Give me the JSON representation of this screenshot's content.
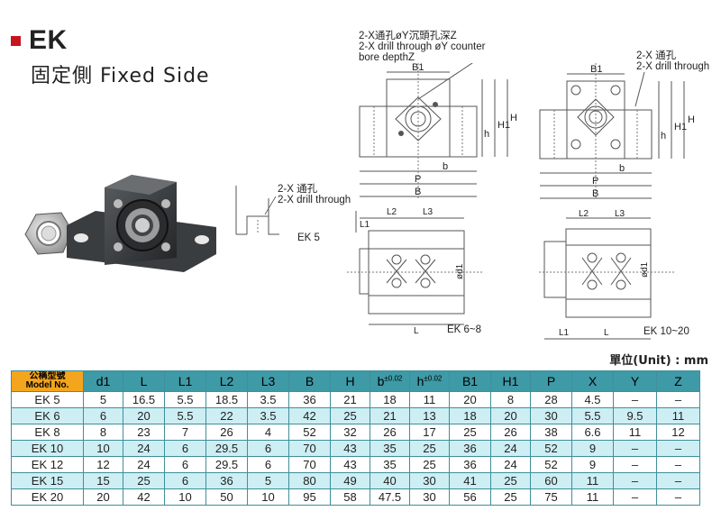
{
  "header": {
    "title": "EK",
    "subtitle": "固定側 Fixed Side"
  },
  "annotations": {
    "drill_counter_cn": "2-X通孔øY沉頭孔深Z",
    "drill_counter_en": "2-X drill through øY counter",
    "drill_counter_en2": "bore depthZ",
    "drill_cn": "2-X 通孔",
    "drill_en": "2-X drill through",
    "ek5_drill_cn": "2-X 通孔",
    "ek5_drill_en": "2-X drill through",
    "ek5_label": "EK 5",
    "ek6_8_label": "EK 6~8",
    "ek10_20_label": "EK 10~20"
  },
  "dims": {
    "b1": "B1",
    "h": "H",
    "h1": "H1",
    "h_small": "h",
    "b_small": "b",
    "p": "P",
    "b_big": "B",
    "l1": "L1",
    "l2": "L2",
    "l3": "L3",
    "d1": "ød1",
    "l": "L"
  },
  "unit_label": "單位(Unit) : mm",
  "table": {
    "model_header_cn": "公稱型號",
    "model_header_en": "Model No.",
    "headers": [
      "d1",
      "L",
      "L1",
      "L2",
      "L3",
      "B",
      "H"
    ],
    "b_header": "b",
    "b_tol": "±0.02",
    "h_header": "h",
    "h_tol": "±0.02",
    "headers_tail": [
      "B1",
      "H1",
      "P",
      "X",
      "Y",
      "Z"
    ],
    "rows": [
      {
        "model": "EK  5",
        "cells": [
          "5",
          "16.5",
          "5.5",
          "18.5",
          "3.5",
          "36",
          "21",
          "18",
          "11",
          "20",
          "8",
          "28",
          "4.5",
          "–",
          "–"
        ]
      },
      {
        "model": "EK  6",
        "cells": [
          "6",
          "20",
          "5.5",
          "22",
          "3.5",
          "42",
          "25",
          "21",
          "13",
          "18",
          "20",
          "30",
          "5.5",
          "9.5",
          "11"
        ]
      },
      {
        "model": "EK  8",
        "cells": [
          "8",
          "23",
          "7",
          "26",
          "4",
          "52",
          "32",
          "26",
          "17",
          "25",
          "26",
          "38",
          "6.6",
          "11",
          "12"
        ]
      },
      {
        "model": "EK 10",
        "cells": [
          "10",
          "24",
          "6",
          "29.5",
          "6",
          "70",
          "43",
          "35",
          "25",
          "36",
          "24",
          "52",
          "9",
          "–",
          "–"
        ]
      },
      {
        "model": "EK 12",
        "cells": [
          "12",
          "24",
          "6",
          "29.5",
          "6",
          "70",
          "43",
          "35",
          "25",
          "36",
          "24",
          "52",
          "9",
          "–",
          "–"
        ]
      },
      {
        "model": "EK 15",
        "cells": [
          "15",
          "25",
          "6",
          "36",
          "5",
          "80",
          "49",
          "40",
          "30",
          "41",
          "25",
          "60",
          "11",
          "–",
          "–"
        ]
      },
      {
        "model": "EK 20",
        "cells": [
          "20",
          "42",
          "10",
          "50",
          "10",
          "95",
          "58",
          "47.5",
          "30",
          "56",
          "25",
          "75",
          "11",
          "–",
          "–"
        ]
      }
    ]
  }
}
